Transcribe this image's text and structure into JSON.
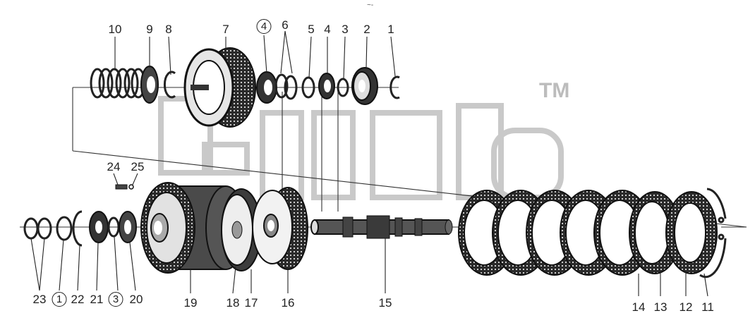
{
  "diagram": {
    "watermark_mark": "TM",
    "top_mark": "~-",
    "part_numbers_top": [
      "10",
      "9",
      "8",
      "7",
      "4",
      "6",
      "5",
      "4",
      "3",
      "2",
      "1"
    ],
    "part_numbers_bottom": [
      "24",
      "25",
      "23",
      "1",
      "22",
      "21",
      "3",
      "20",
      "19",
      "18",
      "17",
      "16",
      "15",
      "14",
      "13",
      "12",
      "11"
    ]
  }
}
